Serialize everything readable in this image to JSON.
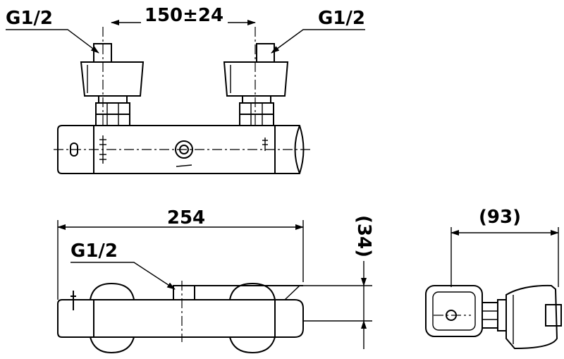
{
  "labels": {
    "top_left_thread": "G1/2",
    "top_right_thread": "G1/2",
    "top_spacing": "150±24",
    "front_width": "254",
    "front_thread": "G1/2",
    "front_height": "(34)",
    "side_depth": "(93)"
  }
}
